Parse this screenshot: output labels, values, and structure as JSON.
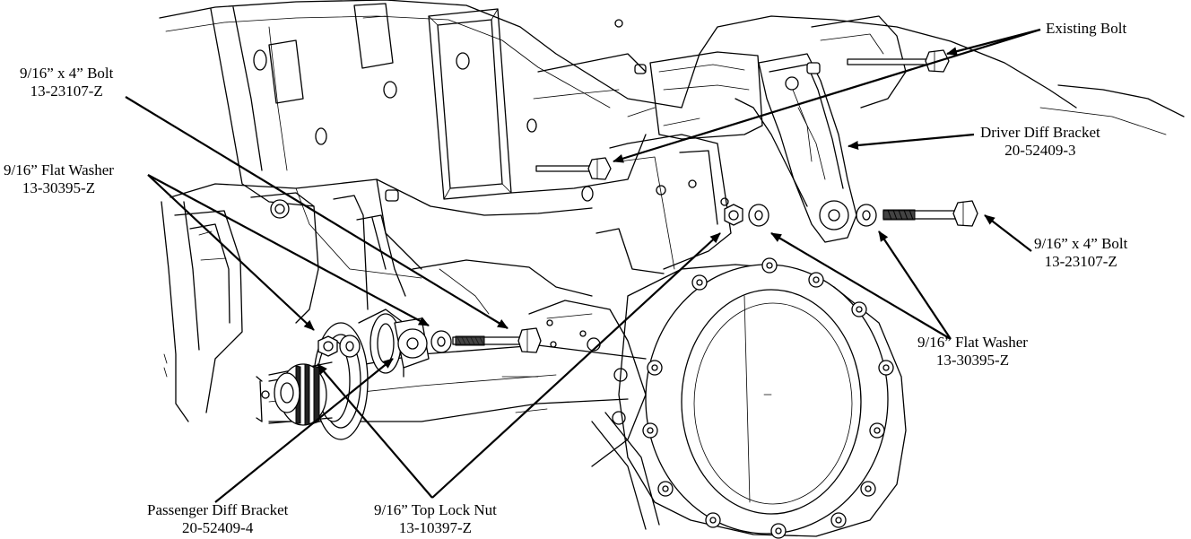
{
  "callouts": {
    "existing_bolt": {
      "line1": "Existing Bolt"
    },
    "bolt_left": {
      "line1": "9/16” x 4” Bolt",
      "line2": "13-23107-Z"
    },
    "driver_bracket": {
      "line1": "Driver Diff Bracket",
      "line2": "20-52409-3"
    },
    "washer_left": {
      "line1": "9/16” Flat Washer",
      "line2": "13-30395-Z"
    },
    "bolt_right": {
      "line1": "9/16” x 4” Bolt",
      "line2": "13-23107-Z"
    },
    "washer_right": {
      "line1": "9/16” Flat Washer",
      "line2": "13-30395-Z"
    },
    "passenger_bracket": {
      "line1": "Passenger Diff Bracket",
      "line2": "20-52409-4"
    },
    "lock_nut": {
      "line1": "9/16” Top Lock Nut",
      "line2": "13-10397-Z"
    }
  },
  "colors": {
    "line": "#000000",
    "background": "#ffffff"
  }
}
